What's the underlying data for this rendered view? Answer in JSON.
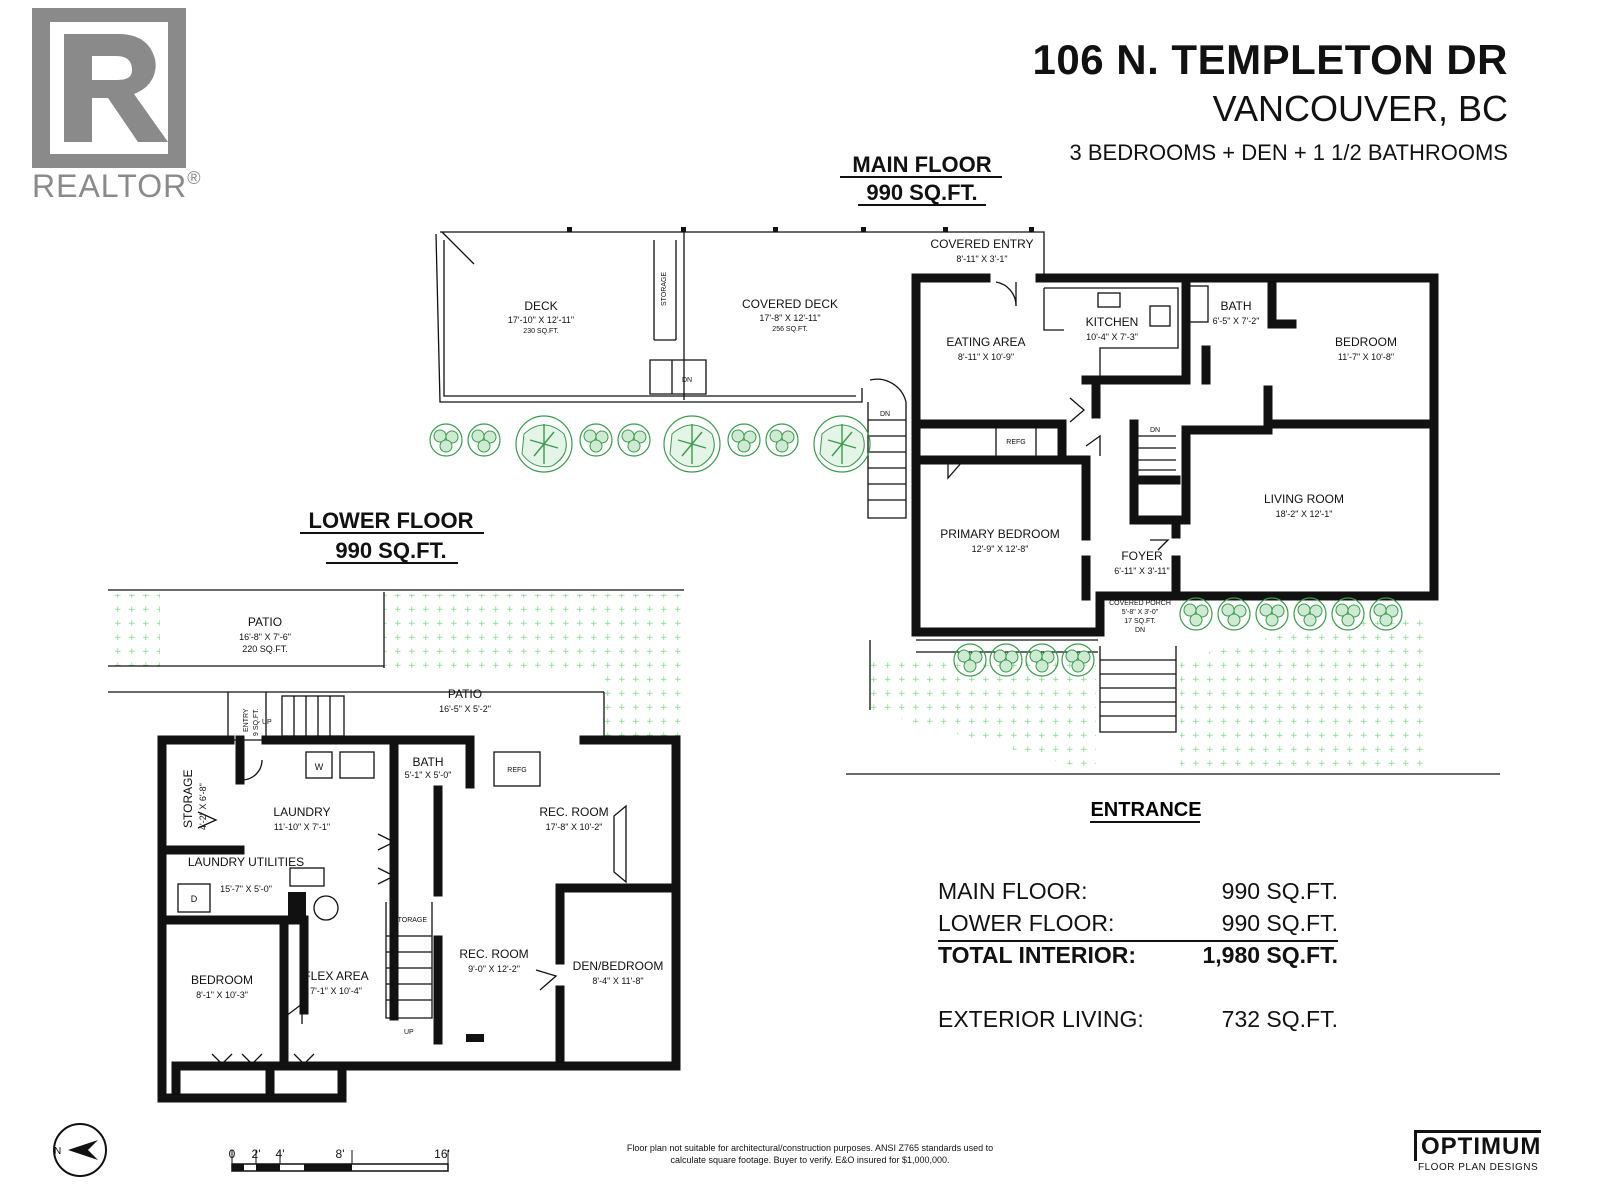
{
  "header": {
    "address_line1": "106 N. TEMPLETON DR",
    "address_line2": "VANCOUVER, BC",
    "summary": "3 BEDROOMS + DEN + 1 1/2 BATHROOMS"
  },
  "logo": {
    "brand": "REALTOR",
    "mark": "R",
    "registered": "®"
  },
  "main_floor": {
    "title": "MAIN FLOOR",
    "area": "990 SQ.FT.",
    "rooms": [
      {
        "name": "DECK",
        "dims": "17'-10\" X 12'-11\"",
        "area": "230 SQ.FT."
      },
      {
        "name": "COVERED DECK",
        "dims": "17'-8\" X 12'-11\"",
        "area": "256 SQ.FT."
      },
      {
        "name": "COVERED ENTRY",
        "dims": "8'-11\" X 3'-1\""
      },
      {
        "name": "EATING AREA",
        "dims": "8'-11\" X 10'-9\""
      },
      {
        "name": "KITCHEN",
        "dims": "10'-4\" X 7'-3\""
      },
      {
        "name": "BATH",
        "dims": "6'-5\" X 7'-2\""
      },
      {
        "name": "BEDROOM",
        "dims": "11'-7\" X 10'-8\""
      },
      {
        "name": "LIVING ROOM",
        "dims": "18'-2\" X 12'-1\""
      },
      {
        "name": "PRIMARY BEDROOM",
        "dims": "12'-9\" X 12'-8\""
      },
      {
        "name": "FOYER",
        "dims": "6'-11\" X 3'-11\""
      },
      {
        "name": "COVERED PORCH",
        "dims": "5'-8\" X 3'-0\"",
        "area": "17 SQ.FT."
      }
    ],
    "labels": {
      "storage": "STORAGE",
      "dn": "DN",
      "refg": "REFG"
    }
  },
  "lower_floor": {
    "title": "LOWER FLOOR",
    "area": "990 SQ.FT.",
    "rooms": [
      {
        "name": "PATIO",
        "dims": "16'-8\" X 7'-6\"",
        "area": "220 SQ.FT."
      },
      {
        "name": "PATIO",
        "dims": "16'-5\" X 5'-2\""
      },
      {
        "name": "ENTRY",
        "area": "9 SQ.FT."
      },
      {
        "name": "STORAGE",
        "dims": "4'-2\" X 6'-8\""
      },
      {
        "name": "LAUNDRY",
        "dims": "11'-10\" X 7'-1\""
      },
      {
        "name": "BATH",
        "dims": "5'-1\" X 5'-0\""
      },
      {
        "name": "REC. ROOM",
        "dims": "17'-8\" X 10'-2\""
      },
      {
        "name": "LAUNDRY UTILITIES",
        "dims": "15'-7\" X 5'-0\""
      },
      {
        "name": "BEDROOM",
        "dims": "8'-1\" X 10'-3\""
      },
      {
        "name": "FLEX AREA",
        "dims": "7'-1\" X 10'-4\""
      },
      {
        "name": "REC. ROOM",
        "dims": "9'-0\" X 12'-2\""
      },
      {
        "name": "DEN/BEDROOM",
        "dims": "8'-4\" X 11'-8\""
      }
    ],
    "labels": {
      "storage": "STORAGE",
      "up": "UP",
      "refg": "REFG",
      "w": "W",
      "d": "D"
    }
  },
  "entrance_label": "ENTRANCE",
  "area_summary": [
    {
      "label": "MAIN FLOOR:",
      "value": "990 SQ.FT."
    },
    {
      "label": "LOWER FLOOR:",
      "value": "990 SQ.FT."
    },
    {
      "label": "TOTAL INTERIOR:",
      "value": "1,980 SQ.FT."
    },
    {
      "label": "EXTERIOR LIVING:",
      "value": "732 SQ.FT."
    }
  ],
  "scale_bar": {
    "ticks": [
      "0",
      "2'",
      "4'",
      "8'",
      "16'"
    ]
  },
  "compass": {
    "label": "N"
  },
  "disclaimer": {
    "line1": "Floor plan not suitable for architectural/construction purposes. ANSI Z765 standards used to",
    "line2": "calculate square footage. Buyer to verify.  E&O insured for $1,000,000."
  },
  "brand_footer": {
    "name": "OPTIMUM",
    "tagline": "FLOOR PLAN DESIGNS"
  },
  "colors": {
    "wall": "#111111",
    "landscape_dots": "#7fd98a",
    "logo_gray": "#8a8a8a",
    "plant": "#3c9a4e"
  }
}
